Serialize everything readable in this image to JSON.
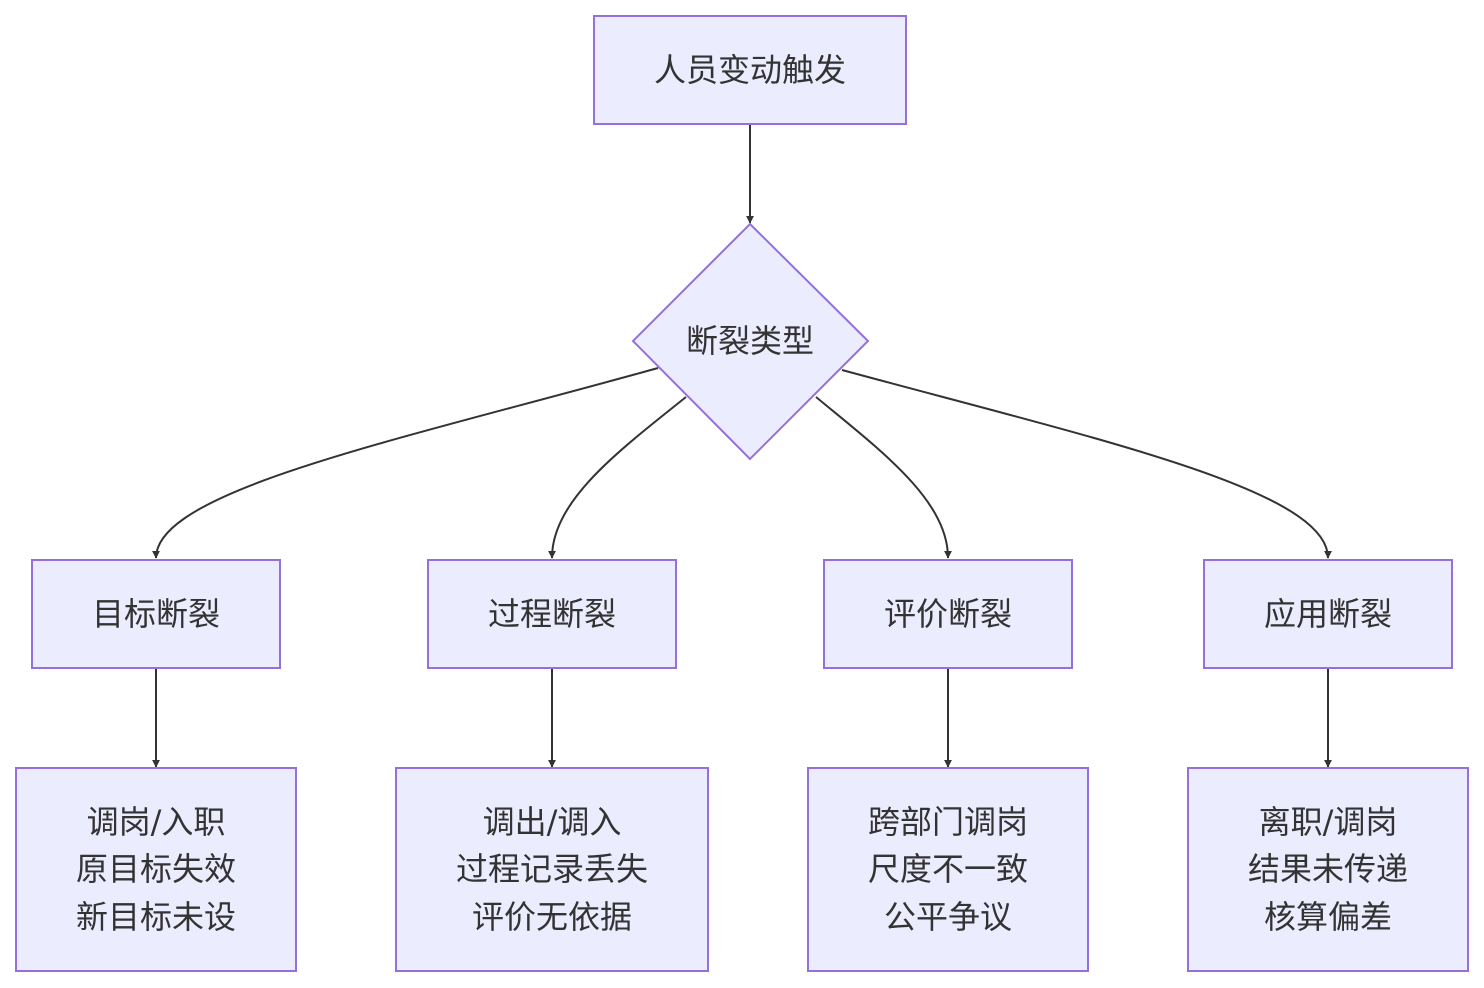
{
  "diagram": {
    "colors": {
      "node_fill": "#ececff",
      "node_stroke": "#9370db",
      "edge": "#333333",
      "text": "#333333"
    },
    "trigger": {
      "label": "人员变动触发"
    },
    "decision": {
      "label": "断裂类型"
    },
    "branches": [
      {
        "label": "目标断裂",
        "details": [
          "调岗/入职",
          "原目标失效",
          "新目标未设"
        ]
      },
      {
        "label": "过程断裂",
        "details": [
          "调出/调入",
          "过程记录丢失",
          "评价无依据"
        ]
      },
      {
        "label": "评价断裂",
        "details": [
          "跨部门调岗",
          "尺度不一致",
          "公平争议"
        ]
      },
      {
        "label": "应用断裂",
        "details": [
          "离职/调岗",
          "结果未传递",
          "核算偏差"
        ]
      }
    ]
  }
}
